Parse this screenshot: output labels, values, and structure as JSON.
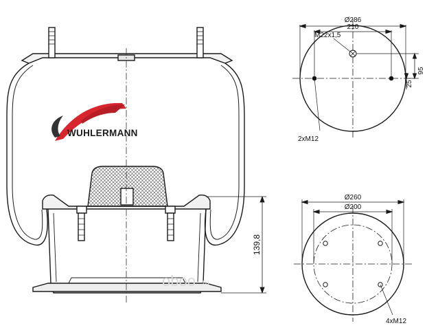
{
  "brand": {
    "name": "WUHLERMANN",
    "swoosh_color": "#d7262e"
  },
  "side_view": {
    "height_label": "139,8"
  },
  "top_plate": {
    "outer_diameter_label": "Ø286",
    "bolt_spacing_label": "210",
    "center_thread_label": "M22x1,5",
    "offset_label_95": "95",
    "offset_label_25": "25",
    "studs_label": "2xM12"
  },
  "bottom_plate": {
    "outer_diameter_label": "Ø260",
    "bolt_circle_label": "Ø200",
    "bolts_label": "4xM12"
  },
  "watermark": {
    "main": "oboo",
    "suffix": ".ru"
  }
}
